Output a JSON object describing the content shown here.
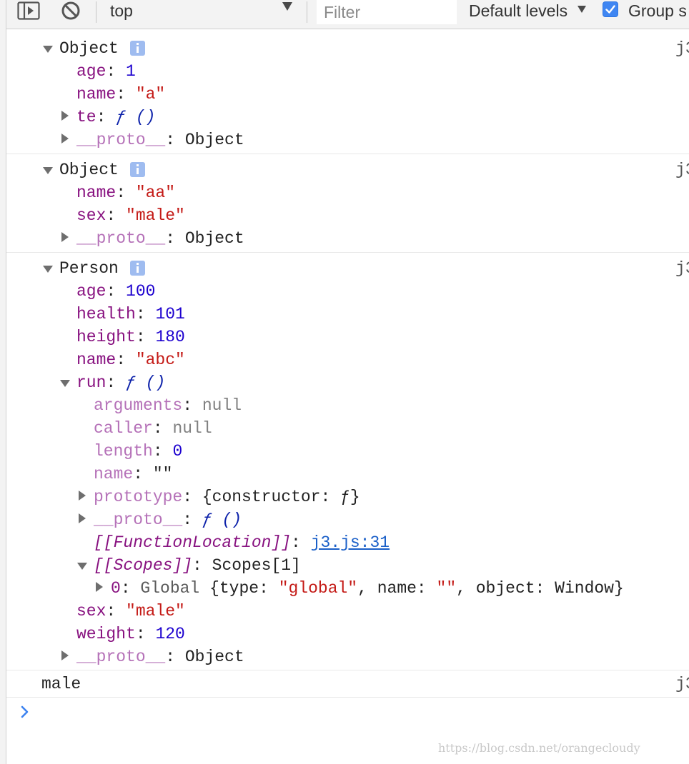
{
  "toolbar": {
    "context": "top",
    "filter_placeholder": "Filter",
    "levels": "Default levels",
    "group_label": "Group s"
  },
  "source_ref": "j3",
  "messages": {
    "obj1": {
      "title": "Object",
      "age_key": "age",
      "age_val": "1",
      "name_key": "name",
      "name_val": "\"a\"",
      "te_key": "te",
      "te_val": "ƒ ()",
      "proto_key": "__proto__",
      "proto_val": "Object"
    },
    "obj2": {
      "title": "Object",
      "name_key": "name",
      "name_val": "\"aa\"",
      "sex_key": "sex",
      "sex_val": "\"male\"",
      "proto_key": "__proto__",
      "proto_val": "Object"
    },
    "person": {
      "title": "Person",
      "age_key": "age",
      "age_val": "100",
      "health_key": "health",
      "health_val": "101",
      "height_key": "height",
      "height_val": "180",
      "name_key": "name",
      "name_val": "\"abc\"",
      "run_key": "run",
      "run_val": "ƒ ()",
      "run": {
        "arguments_key": "arguments",
        "arguments_val": "null",
        "caller_key": "caller",
        "caller_val": "null",
        "length_key": "length",
        "length_val": "0",
        "name_key": "name",
        "name_val": "\"\"",
        "prototype_key": "prototype",
        "prototype_val": "{constructor: ƒ}",
        "proto_key": "__proto__",
        "proto_val": "ƒ ()",
        "fnloc_key": "[[FunctionLocation]]",
        "fnloc_val": "j3.js:31",
        "scopes_key": "[[Scopes]]",
        "scopes_val": "Scopes[1]",
        "scope0_key": "0",
        "scope0_label": "Global",
        "scope0_t1": "{type: ",
        "scope0_type": "\"global\"",
        "scope0_t2": ", name: ",
        "scope0_name": "\"\"",
        "scope0_t3": ", object: Window}"
      },
      "sex_key": "sex",
      "sex_val": "\"male\"",
      "weight_key": "weight",
      "weight_val": "120",
      "proto_key": "__proto__",
      "proto_val": "Object"
    },
    "log_text": "male"
  },
  "prompt_symbol": ">",
  "watermark": "https://blog.csdn.net/orangecloudy",
  "colors": {
    "key": "#881280",
    "dim_key": "#b571b8",
    "string": "#c41a16",
    "number": "#1c00cf",
    "null": "#808080",
    "link": "#1a5fc8",
    "checkbox": "#3f86f2"
  },
  "icons": [
    "sidebar-toggle-icon",
    "clear-console-icon",
    "dropdown-arrow-icon",
    "checkbox-checked-icon",
    "info-icon",
    "expand-triangle-icon",
    "collapse-triangle-icon",
    "prompt-chevron-icon"
  ]
}
